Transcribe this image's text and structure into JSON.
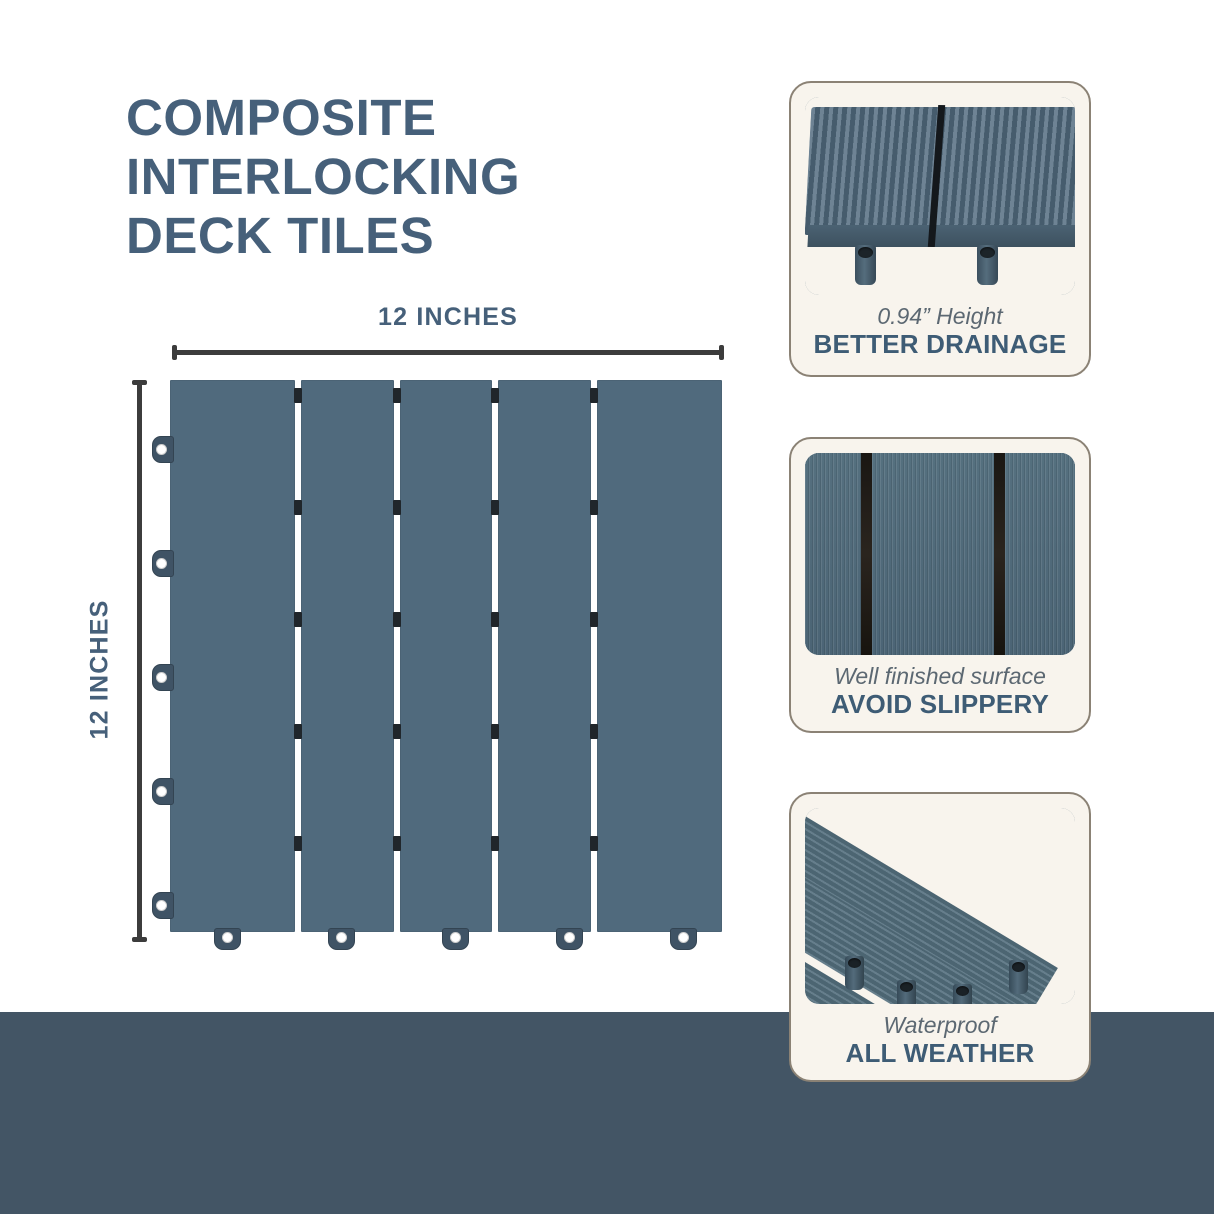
{
  "headline": {
    "line1": "COMPOSITE",
    "line2": "INTERLOCKING",
    "line3": "DECK TILES"
  },
  "dimensions": {
    "width_label": "12 INCHES",
    "height_label": "12 INCHES"
  },
  "cards": [
    {
      "id": "better-drainage",
      "subtitle": "0.94” Height",
      "title": "BETTER DRAINAGE"
    },
    {
      "id": "avoid-slippery",
      "subtitle": "Well finished surface",
      "title": "AVOID SLIPPERY"
    },
    {
      "id": "all-weather",
      "subtitle": "Waterproof",
      "title": "ALL WEATHER"
    }
  ],
  "colors": {
    "background": "#ffffff",
    "banner": "#435565",
    "heading_text": "#46607a",
    "card_background": "#f8f4ed",
    "card_border": "#8b8275",
    "caption_subtitle": "#5c6872",
    "caption_title": "#3e5c75",
    "tile_surface": "#506a7d",
    "tile_gap": "#20262b",
    "dimension_line": "#3c3c3c"
  },
  "product": {
    "tile_slat_count": 5,
    "tile_gap_count": 4,
    "bridges_per_gap": 5,
    "left_tab_count": 5,
    "bottom_tab_count": 5
  }
}
